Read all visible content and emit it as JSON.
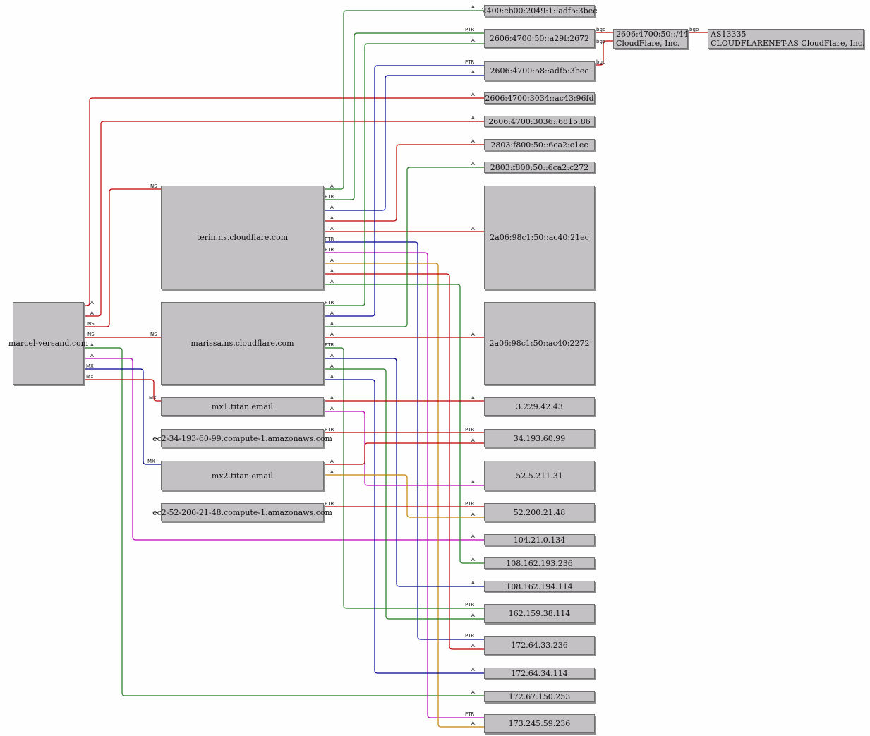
{
  "colors": {
    "A": "#1f7a1f",
    "NS": "#c00000",
    "MX": "#000090",
    "PTR": "#c000c0",
    "orange": "#c8820a",
    "bgp": "#c00000"
  },
  "nodes": {
    "marcel": "marcel-versand.com",
    "terin": "terin.ns.cloudflare.com",
    "marissa": "marissa.ns.cloudflare.com",
    "mx1": "mx1.titan.email",
    "ec2a": "ec2-34-193-60-99.compute-1.amazonaws.com",
    "mx2": "mx2.titan.email",
    "ec2b": "ec2-52-200-21-48.compute-1.amazonaws.com",
    "ip6_1": "2400:cb00:2049:1::adf5:3bec",
    "ip6_2": "2606:4700:50::a29f:2672",
    "ip6_3": "2606:4700:58::adf5:3bec",
    "ip6_4": "2606:4700:3034::ac43:96fd",
    "ip6_5": "2606:4700:3036::6815:86",
    "ip6_6": "2803:f800:50::6ca2:c1ec",
    "ip6_7": "2803:f800:50::6ca2:c272",
    "ip6_8": "2a06:98c1:50::ac40:21ec",
    "ip6_9": "2a06:98c1:50::ac40:2272",
    "net_line1": "2606:4700:50::/44",
    "net_line2": "CloudFlare, Inc.",
    "as_line1": "AS13335",
    "as_line2": "CLOUDFLARENET-AS CloudFlare, Inc.",
    "ip4_1": "3.229.42.43",
    "ip4_2": "34.193.60.99",
    "ip4_3": "52.5.211.31",
    "ip4_4": "52.200.21.48",
    "ip4_5": "104.21.0.134",
    "ip4_6": "108.162.193.236",
    "ip4_7": "108.162.194.114",
    "ip4_8": "162.159.38.114",
    "ip4_9": "172.64.33.236",
    "ip4_10": "172.64.34.114",
    "ip4_11": "172.67.150.253",
    "ip4_12": "173.245.59.236"
  },
  "edge_labels": {
    "a": "A",
    "ns": "NS",
    "mx": "MX",
    "ptr": "PTR",
    "bgp": "bgp"
  }
}
